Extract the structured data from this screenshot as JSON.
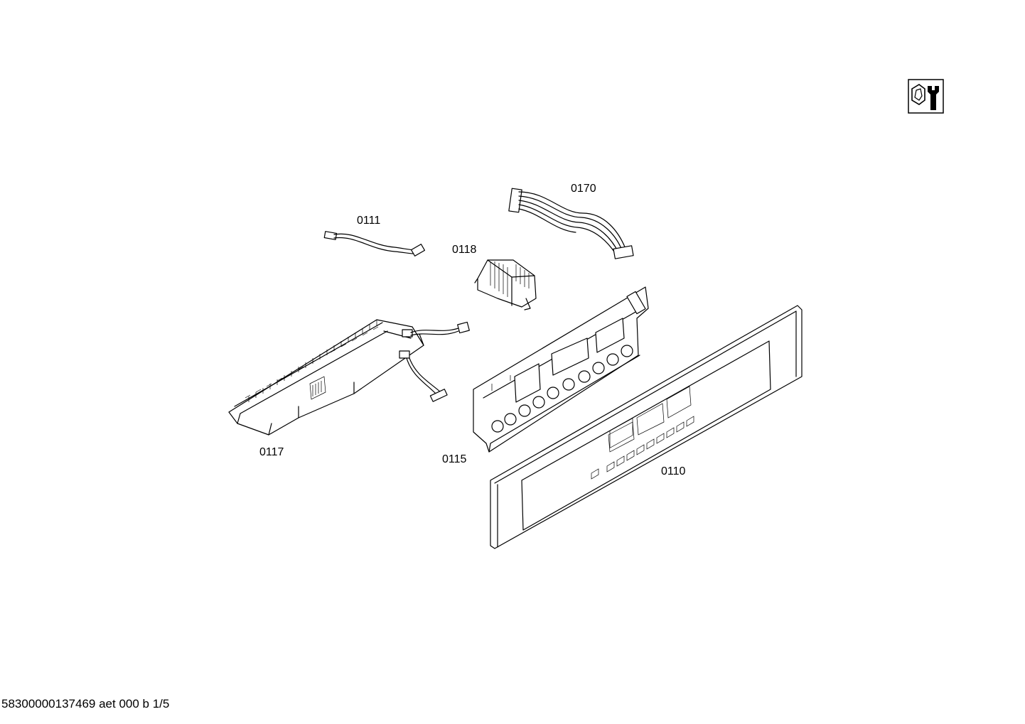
{
  "diagram": {
    "part_labels": {
      "p0170": "0170",
      "p0111": "0111",
      "p0118": "0118",
      "p0117": "0117",
      "p0115": "0115",
      "p0110": "0110"
    },
    "footer": "58300000137469 aet 000 b 1/5",
    "icon": "service-tool-icon"
  }
}
